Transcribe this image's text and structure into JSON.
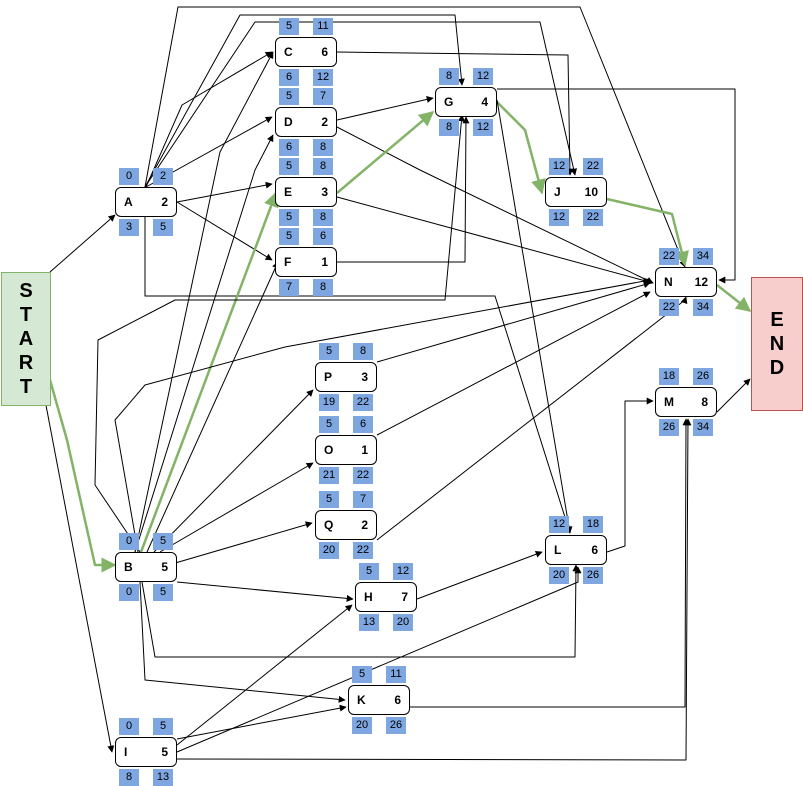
{
  "start_label": [
    "S",
    "T",
    "A",
    "R",
    "T"
  ],
  "end_label": [
    "E",
    "N",
    "D"
  ],
  "colors": {
    "critical": "#82b366",
    "edge": "#000000",
    "time_box": "#7ea6e0",
    "start_fill": "#d5e8d4",
    "end_fill": "#f8cecc"
  },
  "activities": [
    {
      "id": "A",
      "duration": "2",
      "es": "0",
      "ef": "2",
      "ls": "3",
      "lf": "5"
    },
    {
      "id": "B",
      "duration": "5",
      "es": "0",
      "ef": "5",
      "ls": "0",
      "lf": "5"
    },
    {
      "id": "C",
      "duration": "6",
      "es": "5",
      "ef": "11",
      "ls": "6",
      "lf": "12"
    },
    {
      "id": "D",
      "duration": "2",
      "es": "5",
      "ef": "7",
      "ls": "6",
      "lf": "8"
    },
    {
      "id": "E",
      "duration": "3",
      "es": "5",
      "ef": "8",
      "ls": "5",
      "lf": "8"
    },
    {
      "id": "F",
      "duration": "1",
      "es": "5",
      "ef": "6",
      "ls": "7",
      "lf": "8"
    },
    {
      "id": "G",
      "duration": "4",
      "es": "8",
      "ef": "12",
      "ls": "8",
      "lf": "12"
    },
    {
      "id": "J",
      "duration": "10",
      "es": "12",
      "ef": "22",
      "ls": "12",
      "lf": "22"
    },
    {
      "id": "N",
      "duration": "12",
      "es": "22",
      "ef": "34",
      "ls": "22",
      "lf": "34"
    },
    {
      "id": "P",
      "duration": "3",
      "es": "5",
      "ef": "8",
      "ls": "19",
      "lf": "22"
    },
    {
      "id": "O",
      "duration": "1",
      "es": "5",
      "ef": "6",
      "ls": "21",
      "lf": "22"
    },
    {
      "id": "Q",
      "duration": "2",
      "es": "5",
      "ef": "7",
      "ls": "20",
      "lf": "22"
    },
    {
      "id": "M",
      "duration": "8",
      "es": "18",
      "ef": "26",
      "ls": "26",
      "lf": "34"
    },
    {
      "id": "L",
      "duration": "6",
      "es": "12",
      "ef": "18",
      "ls": "20",
      "lf": "26"
    },
    {
      "id": "H",
      "duration": "7",
      "es": "5",
      "ef": "12",
      "ls": "13",
      "lf": "20"
    },
    {
      "id": "K",
      "duration": "6",
      "es": "5",
      "ef": "11",
      "ls": "20",
      "lf": "26"
    },
    {
      "id": "I",
      "duration": "5",
      "es": "0",
      "ef": "5",
      "ls": "8",
      "lf": "13"
    }
  ],
  "dependencies": [
    {
      "from": "START",
      "to": "A",
      "critical": false
    },
    {
      "from": "START",
      "to": "B",
      "critical": true
    },
    {
      "from": "START",
      "to": "I",
      "critical": false
    },
    {
      "from": "A",
      "to": "C",
      "critical": false
    },
    {
      "from": "A",
      "to": "D",
      "critical": false
    },
    {
      "from": "A",
      "to": "E",
      "critical": false
    },
    {
      "from": "A",
      "to": "F",
      "critical": false
    },
    {
      "from": "A",
      "to": "G",
      "critical": false
    },
    {
      "from": "A",
      "to": "J",
      "critical": false
    },
    {
      "from": "A",
      "to": "N",
      "critical": false
    },
    {
      "from": "A",
      "to": "L",
      "critical": false
    },
    {
      "from": "B",
      "to": "C",
      "critical": false
    },
    {
      "from": "B",
      "to": "D",
      "critical": false
    },
    {
      "from": "B",
      "to": "E",
      "critical": true
    },
    {
      "from": "B",
      "to": "F",
      "critical": false
    },
    {
      "from": "B",
      "to": "G",
      "critical": false
    },
    {
      "from": "B",
      "to": "N",
      "critical": false
    },
    {
      "from": "B",
      "to": "P",
      "critical": false
    },
    {
      "from": "B",
      "to": "O",
      "critical": false
    },
    {
      "from": "B",
      "to": "Q",
      "critical": false
    },
    {
      "from": "B",
      "to": "H",
      "critical": false
    },
    {
      "from": "B",
      "to": "L",
      "critical": false
    },
    {
      "from": "B",
      "to": "K",
      "critical": false
    },
    {
      "from": "C",
      "to": "J",
      "critical": false
    },
    {
      "from": "D",
      "to": "G",
      "critical": false
    },
    {
      "from": "D",
      "to": "N",
      "critical": false
    },
    {
      "from": "E",
      "to": "G",
      "critical": true
    },
    {
      "from": "E",
      "to": "N",
      "critical": false
    },
    {
      "from": "F",
      "to": "G",
      "critical": false
    },
    {
      "from": "G",
      "to": "J",
      "critical": true
    },
    {
      "from": "G",
      "to": "N",
      "critical": false
    },
    {
      "from": "G",
      "to": "L",
      "critical": false
    },
    {
      "from": "J",
      "to": "N",
      "critical": true
    },
    {
      "from": "P",
      "to": "N",
      "critical": false
    },
    {
      "from": "O",
      "to": "N",
      "critical": false
    },
    {
      "from": "Q",
      "to": "N",
      "critical": false
    },
    {
      "from": "H",
      "to": "L",
      "critical": false
    },
    {
      "from": "L",
      "to": "M",
      "critical": false
    },
    {
      "from": "K",
      "to": "M",
      "critical": false
    },
    {
      "from": "I",
      "to": "H",
      "critical": false
    },
    {
      "from": "I",
      "to": "K",
      "critical": false
    },
    {
      "from": "I",
      "to": "L",
      "critical": false
    },
    {
      "from": "I",
      "to": "M",
      "critical": false
    },
    {
      "from": "N",
      "to": "END",
      "critical": true
    },
    {
      "from": "M",
      "to": "END",
      "critical": false
    }
  ]
}
